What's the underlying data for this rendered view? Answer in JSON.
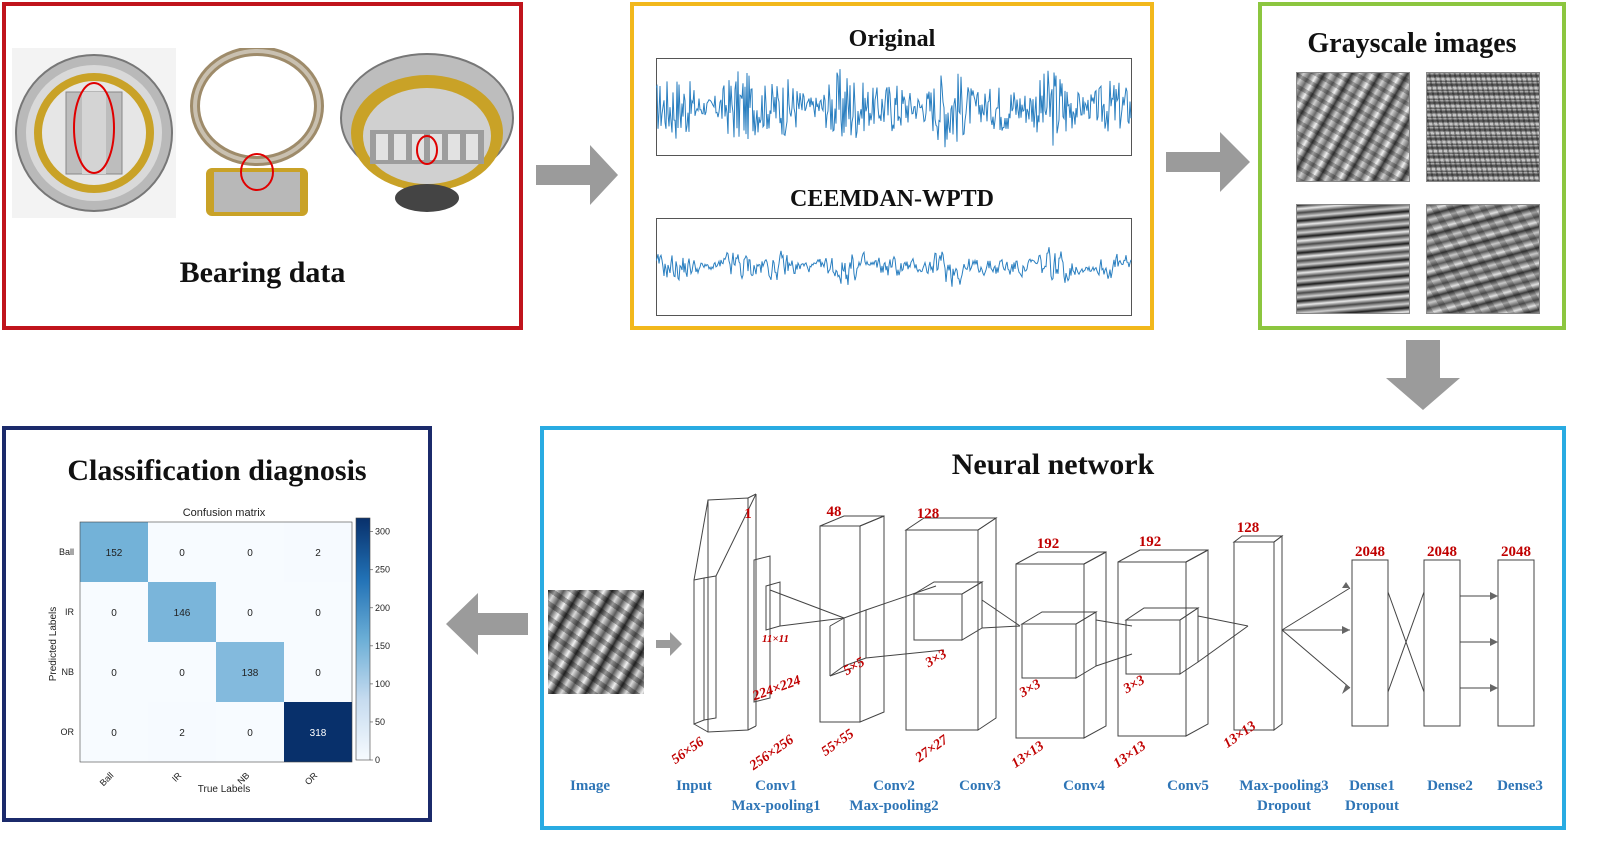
{
  "panels": {
    "bearing": {
      "title": "Bearing data"
    },
    "signal": {
      "original_label": "Original",
      "denoised_label": "CEEMDAN-WPTD"
    },
    "grayscale": {
      "title": "Grayscale images"
    },
    "network": {
      "title": "Neural network",
      "channels": [
        "1",
        "48",
        "128",
        "192",
        "192",
        "128",
        "2048",
        "2048",
        "2048"
      ],
      "sizes": [
        "56×56",
        "256×256",
        "224×224",
        "55×55",
        "27×27",
        "13×13",
        "13×13",
        "13×13"
      ],
      "kernels": [
        "11×11",
        "5×5",
        "3×3",
        "3×3",
        "3×3"
      ],
      "layers": [
        "Image",
        "Input",
        "Conv1",
        "Max-pooling1",
        "Conv2",
        "Max-pooling2",
        "Conv3",
        "Conv4",
        "Conv5",
        "Max-pooling3",
        "Dropout",
        "Dense1",
        "Dropout",
        "Dense2",
        "Dense3"
      ]
    },
    "classification": {
      "title": "Classification diagnosis"
    }
  },
  "colors": {
    "bearing_border": "#c0141c",
    "signal_border": "#f2b81c",
    "grayscale_border": "#8cc63f",
    "network_border": "#29abe2",
    "classification_border": "#1b2a6b",
    "label_red": "#c00000",
    "label_blue": "#2e75b6",
    "arrow": "#9b9b9b",
    "signal_line": "#2a7fc0"
  },
  "chart_data": {
    "type": "heatmap",
    "title": "Confusion matrix",
    "xlabel": "True Labels",
    "ylabel": "Predicted Labels",
    "x_categories": [
      "Ball",
      "IR",
      "NB",
      "OR"
    ],
    "y_categories": [
      "Ball",
      "IR",
      "NB",
      "OR"
    ],
    "values": [
      [
        152,
        0,
        0,
        2
      ],
      [
        0,
        146,
        0,
        0
      ],
      [
        0,
        0,
        138,
        0
      ],
      [
        0,
        2,
        0,
        318
      ]
    ],
    "colorbar": {
      "min": 0,
      "max": 318,
      "ticks": [
        "0",
        "50",
        "100",
        "150",
        "200",
        "250",
        "300"
      ]
    }
  }
}
